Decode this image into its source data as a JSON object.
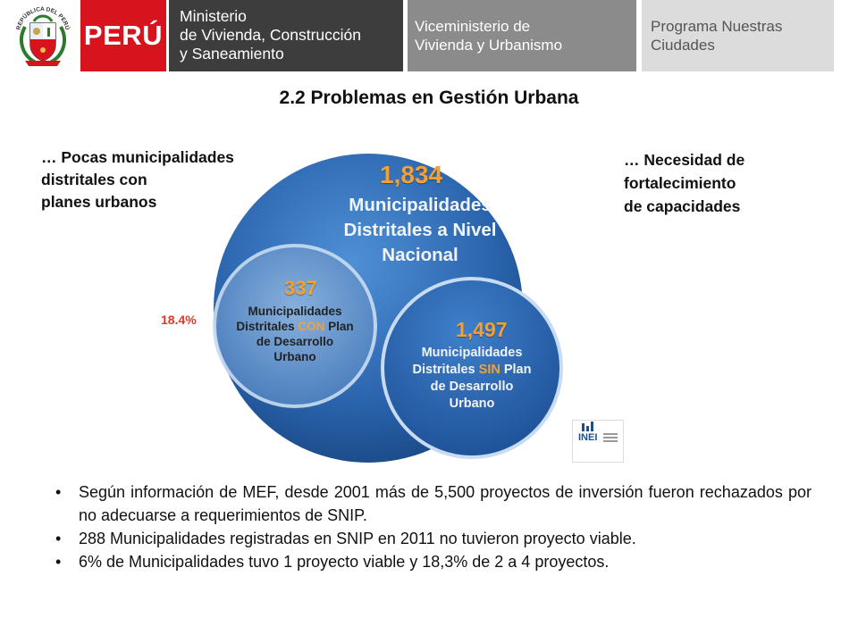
{
  "header": {
    "shield_text": "REPÚBLICA DEL PERÚ",
    "peru_label": "PERÚ",
    "ministry_lines": [
      "Ministerio",
      "de Vivienda, Construcción",
      "y Saneamiento"
    ],
    "vice_lines": [
      "Viceministerio de",
      "Vivienda y Urbanismo"
    ],
    "program_lines": [
      "Programa Nuestras",
      "Ciudades"
    ],
    "colors": {
      "peru_red": "#d7141d",
      "ministry_bg": "#3d3d3d",
      "vice_bg": "#8b8b8b",
      "program_bg": "#dcdcdc"
    }
  },
  "title": "2.2  Problemas en Gestión Urbana",
  "notes": {
    "left_lines": [
      "… Pocas municipalidades",
      "distritales con",
      "planes urbanos"
    ],
    "right_lines": [
      "… Necesidad de",
      "fortalecimiento",
      "de capacidades"
    ]
  },
  "figure": {
    "outer": {
      "number": "1,834",
      "lines": [
        "Municipalidades",
        "Distritales a Nivel",
        "Nacional"
      ]
    },
    "with_plan": {
      "number": "337",
      "line1": "Municipalidades",
      "line2_pre": "Distritales ",
      "line2_hl": "CON",
      "line2_post": " Plan",
      "line3": "de Desarrollo",
      "line4": "Urbano",
      "percent": "18.4%"
    },
    "without_plan": {
      "number": "1,497",
      "line1": "Municipalidades",
      "line2_pre": "Distritales ",
      "line2_hl": "SIN",
      "line2_post": " Plan",
      "line3": "de Desarrollo",
      "line4": "Urbano"
    },
    "source_logo": {
      "word": "INEI",
      "icon": "inei-logo-icon"
    },
    "colors": {
      "outer": "#2a64ad",
      "accent": "#f5a032",
      "percent": "#e2382a"
    }
  },
  "bullets": [
    "Según información de MEF, desde 2001 más de 5,500 proyectos de inversión fueron rechazados por no adecuarse a requerimientos de SNIP.",
    "288 Municipalidades registradas en SNIP en 2011 no tuvieron proyecto viable.",
    "6% de Municipalidades tuvo 1 proyecto viable y 18,3% de 2 a 4 proyectos."
  ],
  "bullet_symbol": "•"
}
